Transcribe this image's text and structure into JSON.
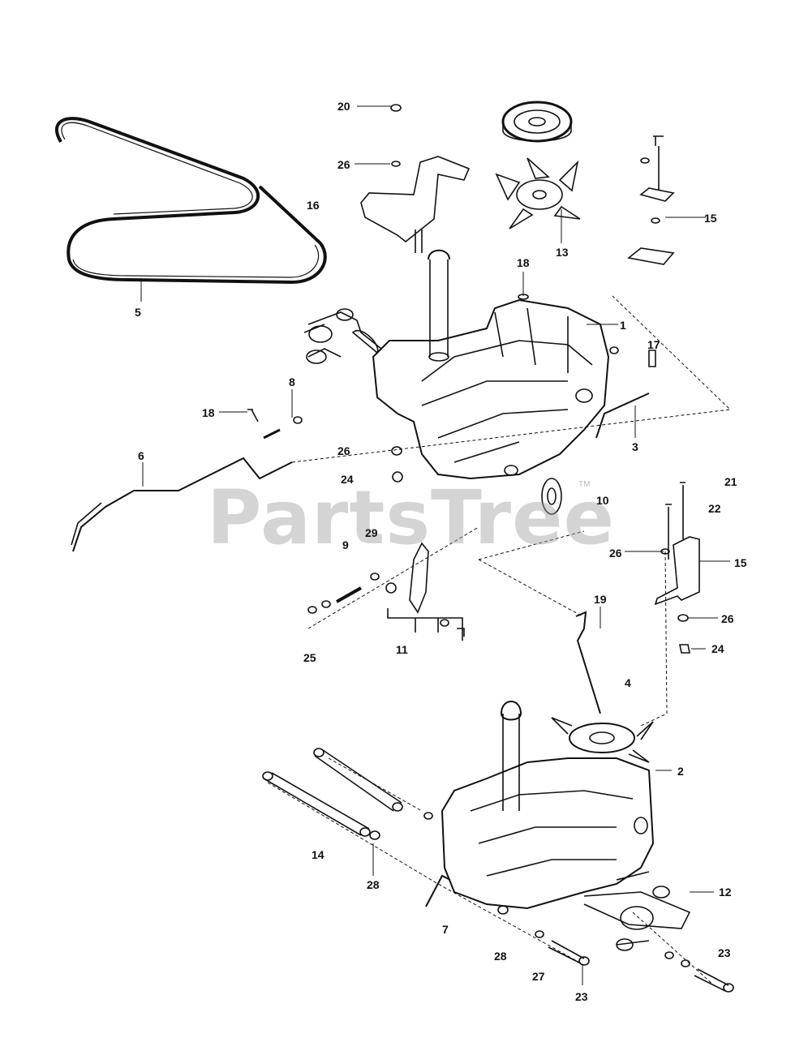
{
  "watermark": {
    "text": "PartsTree",
    "tm": "TM"
  },
  "callouts": {
    "c20": "20",
    "c26a": "26",
    "c16": "16",
    "c13": "13",
    "c15a": "15",
    "c5": "5",
    "c18a": "18",
    "c1": "1",
    "c17": "17",
    "c8": "8",
    "c18b": "18",
    "c26b": "26",
    "c3": "3",
    "c6": "6",
    "c24a": "24",
    "c21": "21",
    "c10": "10",
    "c22": "22",
    "c29": "29",
    "c9": "9",
    "c26c": "26",
    "c15b": "15",
    "c19": "19",
    "c26d": "26",
    "c25": "25",
    "c11": "11",
    "c24b": "24",
    "c4": "4",
    "c2": "2",
    "c14": "14",
    "c28a": "28",
    "c12": "12",
    "c7": "7",
    "c28b": "28",
    "c23a": "23",
    "c27": "27",
    "c23b": "23"
  }
}
